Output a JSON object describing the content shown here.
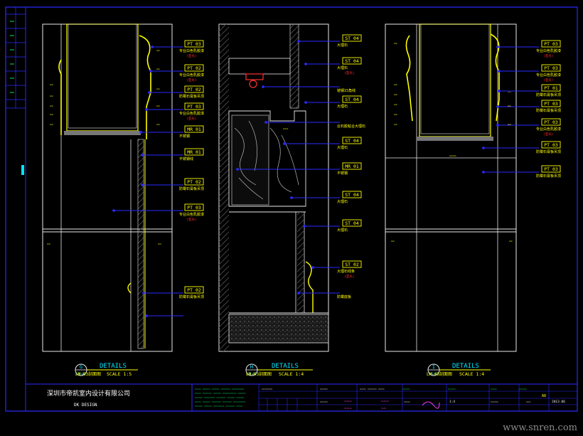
{
  "colors": {
    "frame": "#2a2aff",
    "outline": "#e8e8e8",
    "leader": "#2a2aff",
    "tag": "#ffff00",
    "note_red": "#ff3030",
    "title_cyan": "#00e5ff",
    "green": "#00ff66",
    "white": "#ffffff"
  },
  "details": [
    {
      "id": "G",
      "sheet": "LM-03",
      "title": "DETAILS",
      "ref": "LM-03剖面图",
      "scale": "SCALE 1:5"
    },
    {
      "id": "H",
      "sheet": "LM-03",
      "title": "DETAILS",
      "ref": "LM-03剖面图",
      "scale": "SCALE 1:4"
    },
    {
      "id": "I",
      "sheet": "LM-03",
      "title": "DETAILS",
      "ref": "LM-03剖面图",
      "scale": "SCALE 1:4"
    }
  ],
  "callouts_left": [
    {
      "code": "PT 03",
      "desc": "专业白色乳胶漆",
      "note": "(亚光)"
    },
    {
      "code": "PT 02",
      "desc": "专业白色乳胶漆",
      "note": "(亚光)"
    },
    {
      "code": "PT 02",
      "desc": "防霉石膏板吊顶",
      "note": ""
    },
    {
      "code": "PT 03",
      "desc": "专业白色乳胶漆",
      "note": "(亚光)"
    },
    {
      "code": "MR 01",
      "desc": "不锈钢",
      "note": ""
    },
    {
      "code": "MR 01",
      "desc": "不锈钢线",
      "note": ""
    },
    {
      "code": "PT 02",
      "desc": "防霉石膏板吊顶",
      "note": ""
    },
    {
      "code": "PT 03",
      "desc": "专业白色乳胶漆",
      "note": "(亚光)"
    },
    {
      "code": "PT 02",
      "desc": "防霉石膏板吊顶",
      "note": ""
    }
  ],
  "callouts_mid": [
    {
      "code": "ST 04",
      "desc": "大理石",
      "note": ""
    },
    {
      "code": "ST 04",
      "desc": "大理石",
      "note": "(亚光)"
    },
    {
      "code": "",
      "desc": "镜钢15角线",
      "note": ""
    },
    {
      "code": "ST 04",
      "desc": "大理石",
      "note": ""
    },
    {
      "code": "",
      "desc": "云石胶粘合大理石",
      "note": ""
    },
    {
      "code": "ST 04",
      "desc": "大理石",
      "note": ""
    },
    {
      "code": "MR 01",
      "desc": "不锈钢",
      "note": ""
    },
    {
      "code": "ST 04",
      "desc": "大理石",
      "note": ""
    },
    {
      "code": "ST 04",
      "desc": "大理石",
      "note": ""
    },
    {
      "code": "ST 02",
      "desc": "大理石线条",
      "note": "(亚光)"
    },
    {
      "code": "",
      "desc": "防霉底板",
      "note": ""
    }
  ],
  "callouts_right": [
    {
      "code": "PT 03",
      "desc": "专业白色乳胶漆",
      "note": "(亚光)"
    },
    {
      "code": "PT 03",
      "desc": "专业白色乳胶漆",
      "note": "(亚光)"
    },
    {
      "code": "PT 01",
      "desc": "防霉石膏板吊顶",
      "note": ""
    },
    {
      "code": "PT 03",
      "desc": "防霉石膏板吊顶",
      "note": ""
    },
    {
      "code": "PT 03",
      "desc": "专业白色乳胶漆",
      "note": "(亚光)"
    },
    {
      "code": "PT 03",
      "desc": "防霉石膏板吊顶",
      "note": ""
    },
    {
      "code": "PT 03",
      "desc": "防霉石膏板吊顶",
      "note": ""
    }
  ],
  "title_block": {
    "company": "深圳市帝凯室内设计有限公司",
    "brand": "DK DESIGN",
    "sheet_no": "A8",
    "scale": "1:4",
    "date": "2013.06"
  },
  "watermark": "www.snren.com"
}
